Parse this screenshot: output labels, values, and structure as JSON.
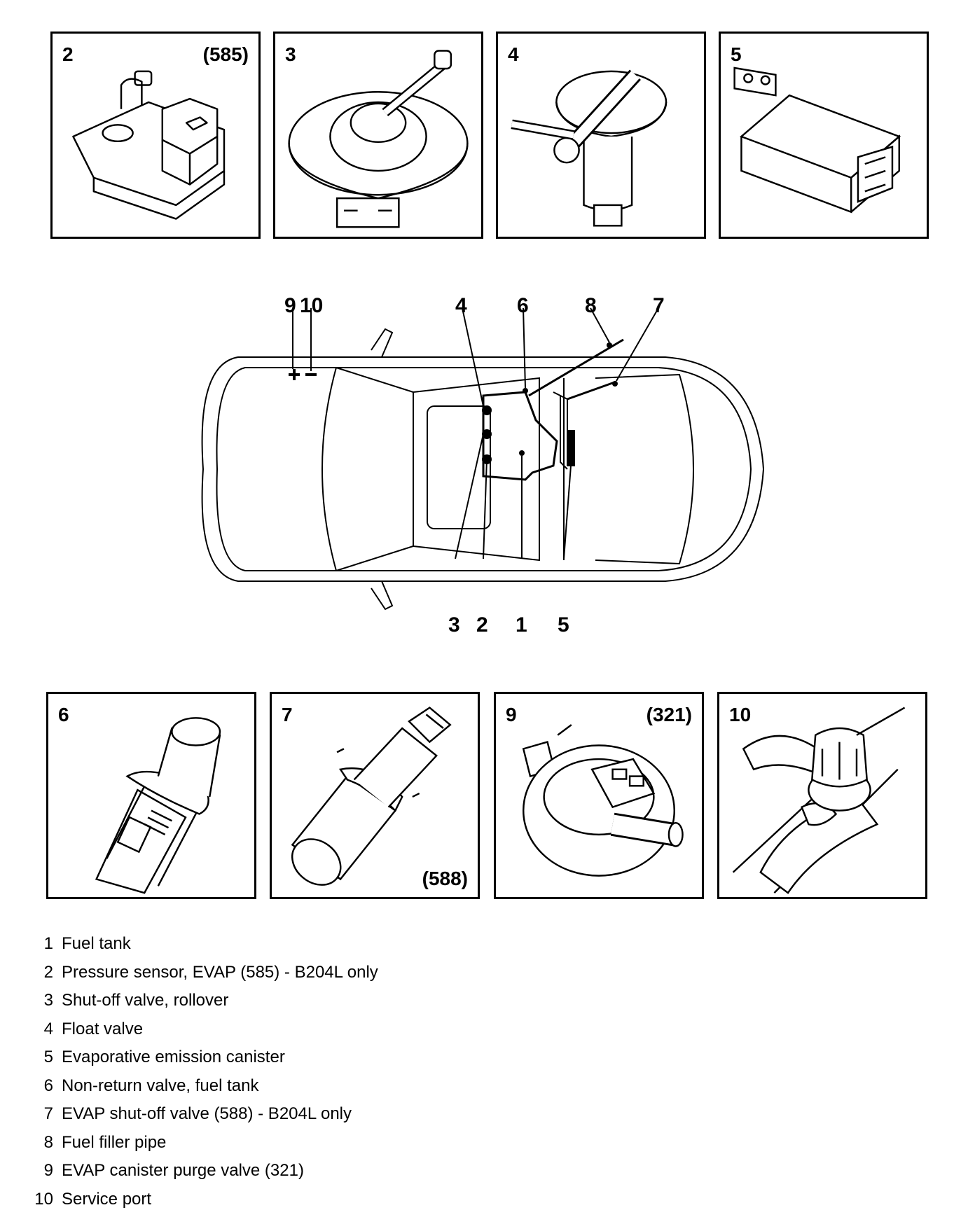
{
  "panels_top": [
    {
      "number": "2",
      "code": "(585)"
    },
    {
      "number": "3",
      "code": ""
    },
    {
      "number": "4",
      "code": ""
    },
    {
      "number": "5",
      "code": ""
    }
  ],
  "panels_bottom": [
    {
      "number": "6",
      "code": ""
    },
    {
      "number": "7",
      "code": "(588)"
    },
    {
      "number": "9",
      "code": "(321)"
    },
    {
      "number": "10",
      "code": ""
    }
  ],
  "overview_callouts": {
    "top": [
      "9",
      "10",
      "4",
      "6",
      "8",
      "7"
    ],
    "bottom": [
      "3",
      "2",
      "1",
      "5"
    ]
  },
  "legend": [
    {
      "num": "1",
      "text": "Fuel tank"
    },
    {
      "num": "2",
      "text": "Pressure sensor, EVAP (585) - B204L only"
    },
    {
      "num": "3",
      "text": "Shut-off valve, rollover"
    },
    {
      "num": "4",
      "text": "Float valve"
    },
    {
      "num": "5",
      "text": "Evaporative emission canister"
    },
    {
      "num": "6",
      "text": "Non-return valve, fuel tank"
    },
    {
      "num": "7",
      "text": "EVAP shut-off valve (588) - B204L only"
    },
    {
      "num": "8",
      "text": "Fuel filler pipe"
    },
    {
      "num": "9",
      "text": "EVAP canister purge valve (321)"
    },
    {
      "num": "10",
      "text": "Service port"
    }
  ]
}
